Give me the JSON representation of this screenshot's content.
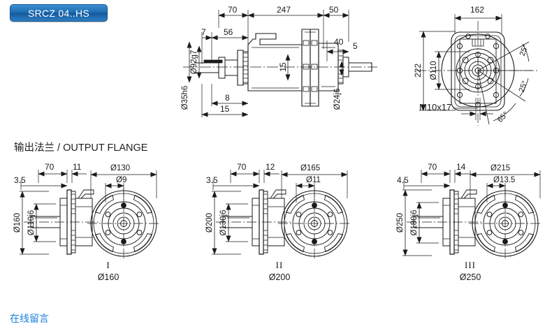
{
  "page": {
    "title_badge": "SRCZ 04..HS",
    "section_heading": "输出法兰 / OUTPUT  FLANGE",
    "bottom_link": "在线留言",
    "accent_color": "#1b6cb0",
    "link_color": "#1a7fdd",
    "line_color": "#1a1a1a"
  },
  "main_view": {
    "name": "side-elevation",
    "dimensions": {
      "top_70": "70",
      "top_247": "247",
      "top_50": "50",
      "mid_7": "7",
      "mid_56": "56",
      "mid_40": "40",
      "mid_5": "5",
      "inner_15": "15",
      "bot_8": "8",
      "bot_15": "15"
    },
    "shaft_left": "Ø35h6",
    "bore_left": "Ø92g7",
    "shaft_right": "Ø24j6"
  },
  "front_view": {
    "name": "front-elevation",
    "width": "162",
    "height": "222",
    "bore": "Ø110",
    "thread": "M10x17",
    "angles": [
      "25°",
      "25°",
      "65°"
    ]
  },
  "flanges": [
    {
      "roman": "I",
      "outer_dia": "Ø160",
      "len_70": "70",
      "len_thk": "11",
      "len_face": "3.5",
      "od_label": "Ø160",
      "spigot": "Ø110j6",
      "bolt_circle": "Ø130",
      "bolt_hole": "Ø9"
    },
    {
      "roman": "II",
      "outer_dia": "Ø200",
      "len_70": "70",
      "len_thk": "12",
      "len_face": "3.5",
      "od_label": "Ø200",
      "spigot": "Ø130j6",
      "bolt_circle": "Ø165",
      "bolt_hole": "Ø11"
    },
    {
      "roman": "III",
      "outer_dia": "Ø250",
      "len_70": "70",
      "len_thk": "14",
      "len_face": "4.5",
      "od_label": "Ø250",
      "spigot": "Ø180j6",
      "bolt_circle": "Ø215",
      "bolt_hole": "Ø13.5"
    }
  ]
}
